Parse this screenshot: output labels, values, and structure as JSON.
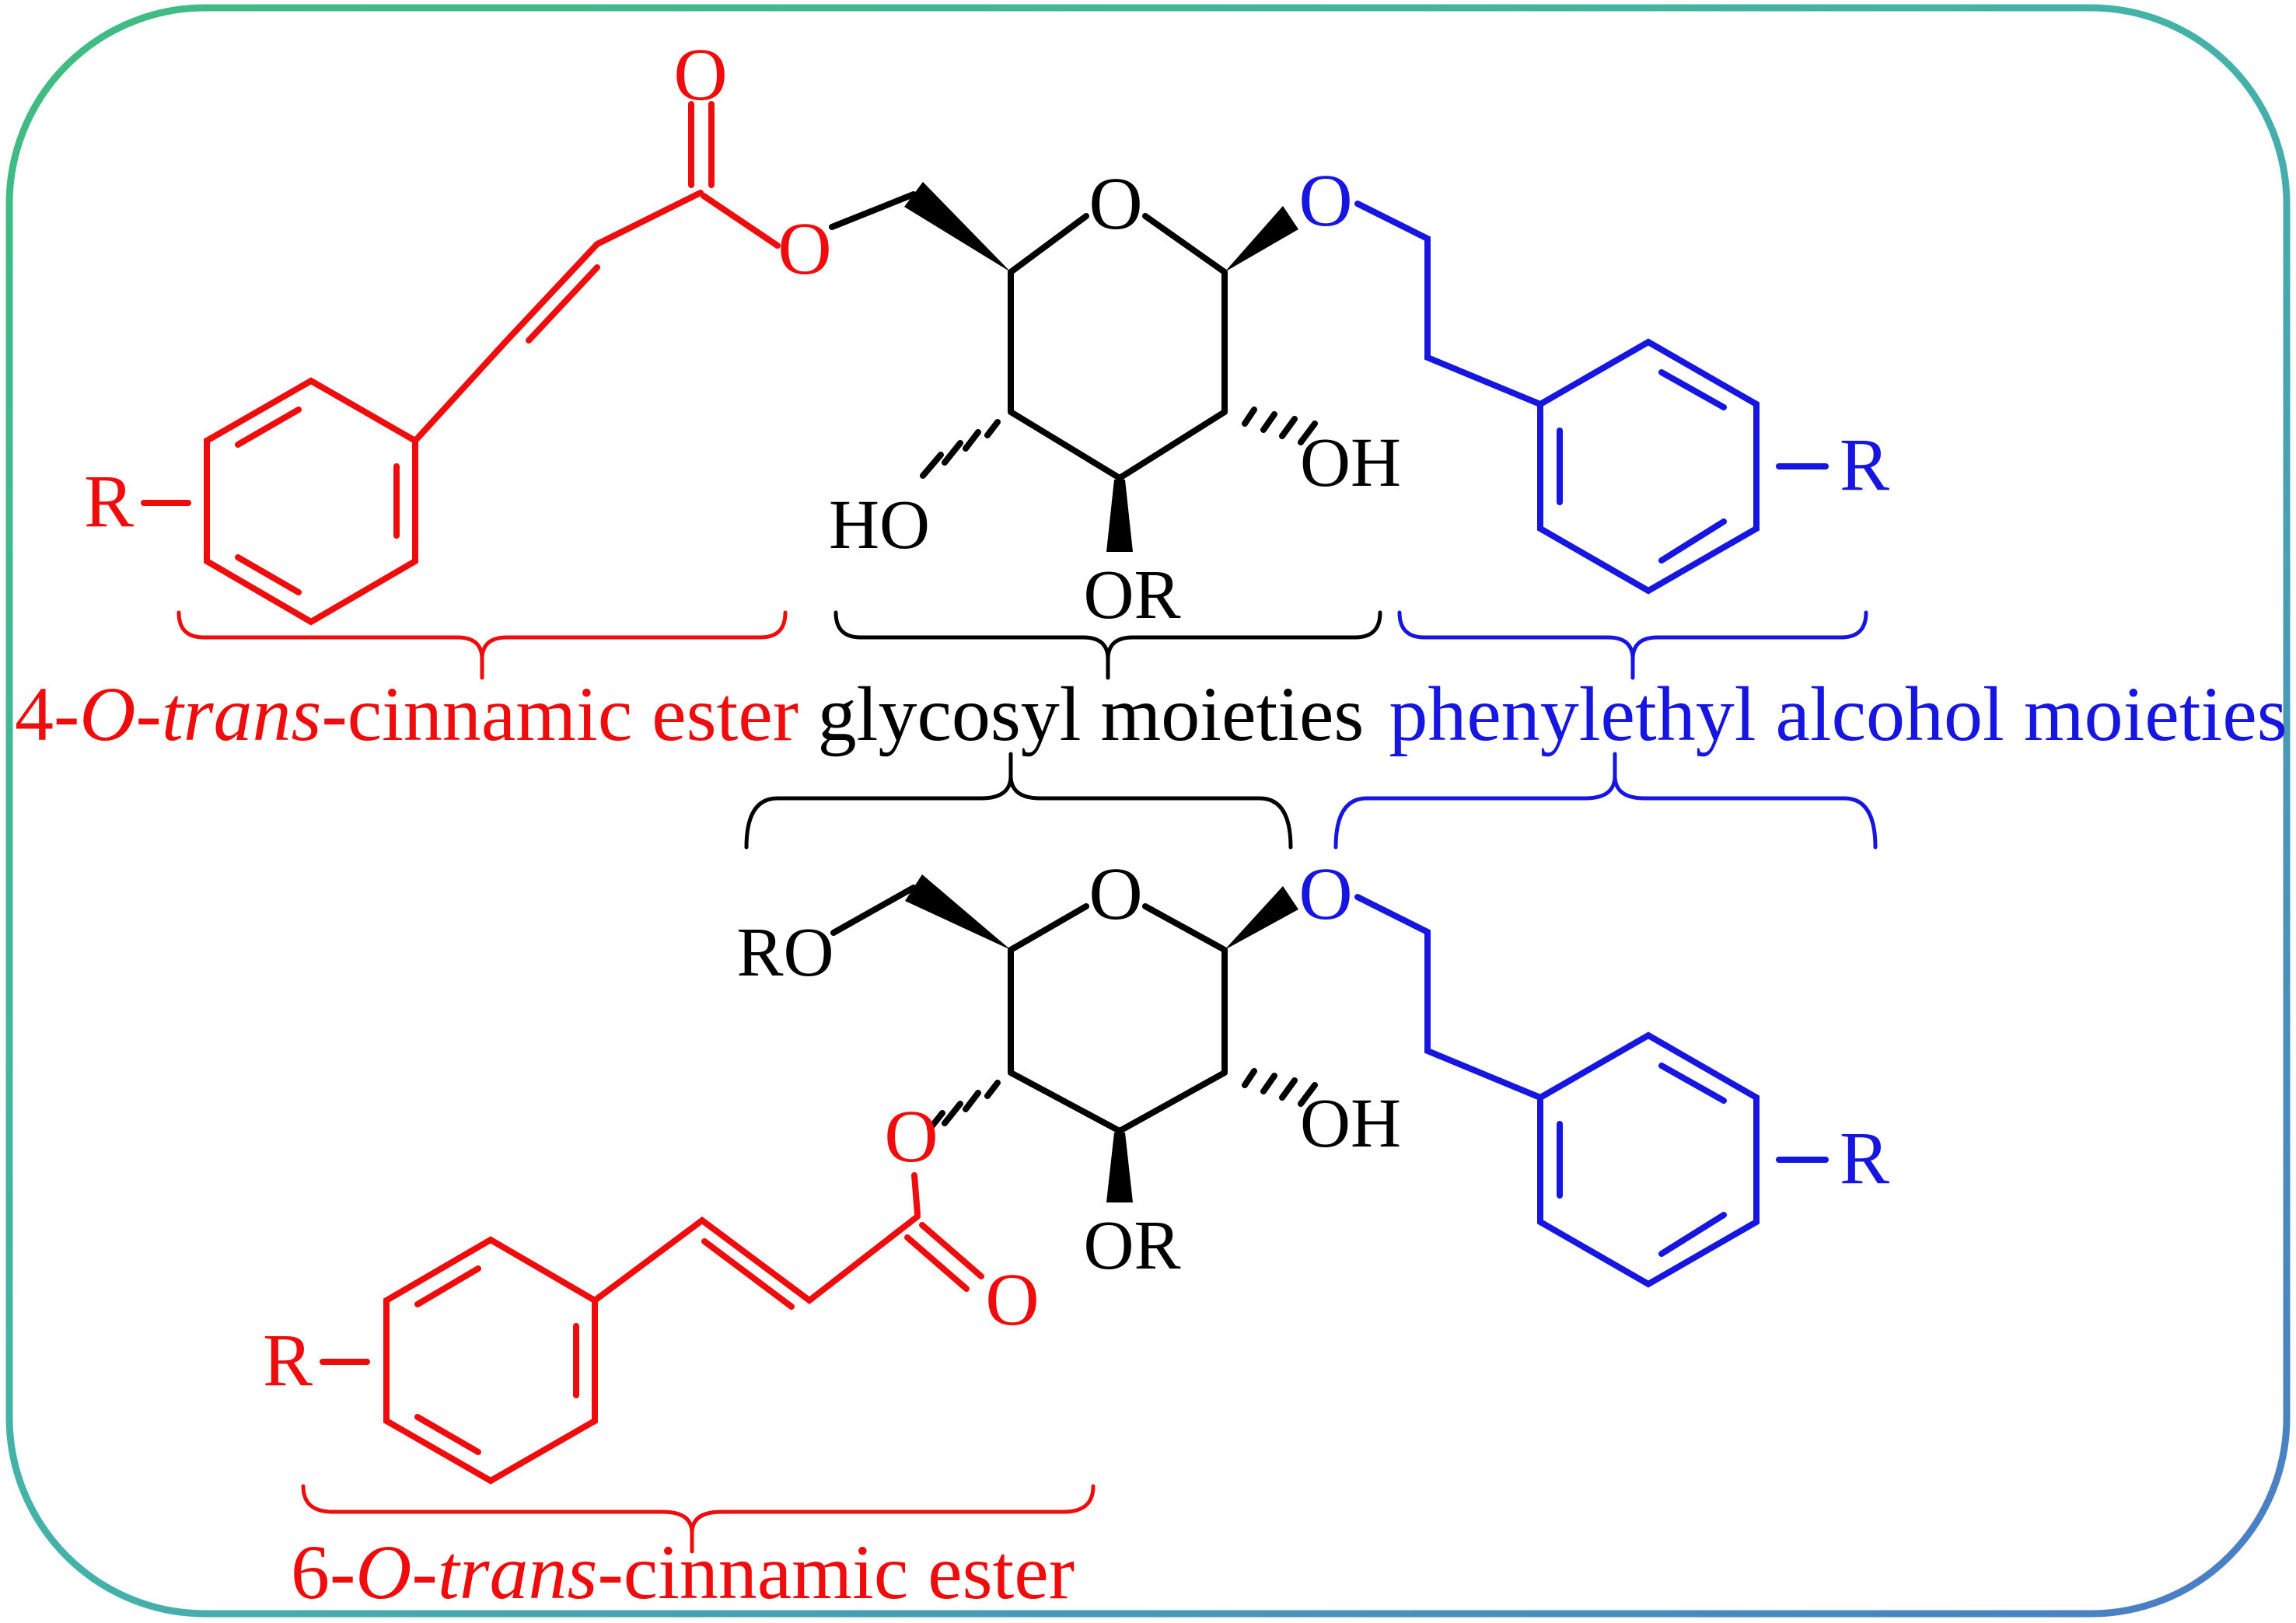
{
  "colors": {
    "red": "#ee0c0c",
    "blue": "#1616e0",
    "black": "#000000",
    "border_green": "#3fbc81",
    "border_teal": "#45b2aa",
    "border_blue": "#4a7dc5",
    "background": "#ffffff"
  },
  "top_structure": {
    "carbonyl_o": "O",
    "ester_o": "O",
    "ring_o": "O",
    "glycosidic_o": "O",
    "c4_hydroxyl": "HO",
    "c2_hydroxyl": "OH",
    "c3_substituent": "OR",
    "cinnamic_r": "R",
    "phenyl_r": "R"
  },
  "bottom_structure": {
    "c6_substituent": "RO",
    "ring_o": "O",
    "glycosidic_o": "O",
    "c2_hydroxyl": "OH",
    "c3_substituent": "OR",
    "ester_o": "O",
    "carbonyl_o": "O",
    "cinnamic_r": "R",
    "phenyl_r": "R"
  },
  "annotations": {
    "top_ester_label": {
      "prefix": "4-",
      "o": "O",
      "dash": "-",
      "trans": "trans",
      "suffix": "-cinnamic ester"
    },
    "glycosyl_label": "glycosyl moieties",
    "phenylethyl_label": "phenylethyl alcohol moieties",
    "bottom_ester_label": {
      "prefix": "6-",
      "o": "O",
      "dash": "-",
      "trans": "trans",
      "suffix": "-cinnamic ester"
    }
  }
}
